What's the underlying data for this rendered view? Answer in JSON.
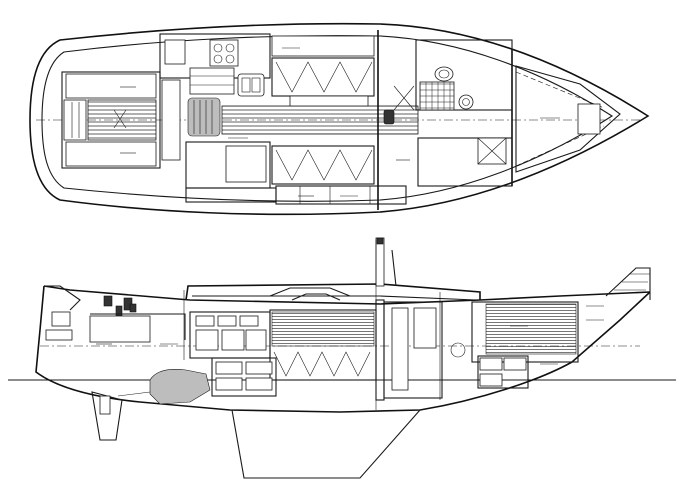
{
  "drawing": {
    "views": [
      {
        "id": "accommodation-plan",
        "view": "plan"
      },
      {
        "id": "inboard-profile",
        "view": "profile"
      }
    ]
  },
  "colors": {
    "ink": "#1a1a1a",
    "paper": "#ffffff",
    "shade": "#bdbdbd"
  },
  "icons": [
    "hatch-grid-icon",
    "head-toilet-icon",
    "stove-icon",
    "sink-icon",
    "winch-icon",
    "engine-icon"
  ]
}
